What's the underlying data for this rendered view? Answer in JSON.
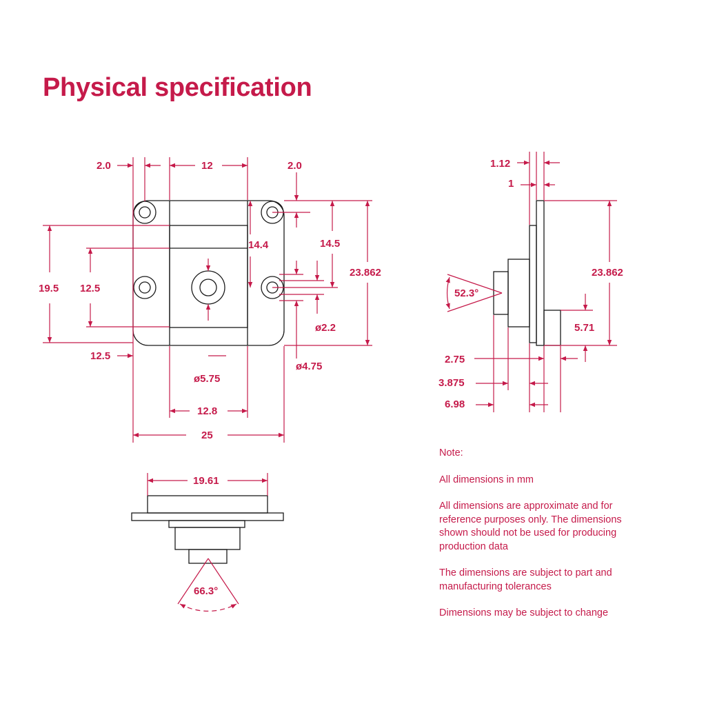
{
  "title": "Physical specification",
  "colors": {
    "accent": "#c51a4a",
    "outline": "#1a1a1a"
  },
  "front_view": {
    "dim_2_0_left": "2.0",
    "dim_12": "12",
    "dim_2_0_right": "2.0",
    "dim_14_4": "14.4",
    "dim_14_5": "14.5",
    "dim_23_862": "23.862",
    "dim_19_5": "19.5",
    "dim_12_5_v": "12.5",
    "dim_12_5_h": "12.5",
    "dim_d2_2": "ø2.2",
    "dim_d4_75": "ø4.75",
    "dim_d5_75": "ø5.75",
    "dim_12_8": "12.8",
    "dim_25": "25"
  },
  "side_view": {
    "dim_1_12": "1.12",
    "dim_1": "1",
    "dim_23_862": "23.862",
    "dim_52_3": "52.3°",
    "dim_5_71": "5.71",
    "dim_2_75": "2.75",
    "dim_3_875": "3.875",
    "dim_6_98": "6.98"
  },
  "bottom_view": {
    "dim_19_61": "19.61",
    "dim_66_3": "66.3°"
  },
  "notes": {
    "heading": "Note:",
    "items": [
      "All dimensions in mm",
      "All dimensions are approximate and for reference purposes only. The dimensions shown should not be used for producing production data",
      "The dimensions are subject to part and manufacturing tolerances",
      "Dimensions may be subject to change"
    ]
  }
}
